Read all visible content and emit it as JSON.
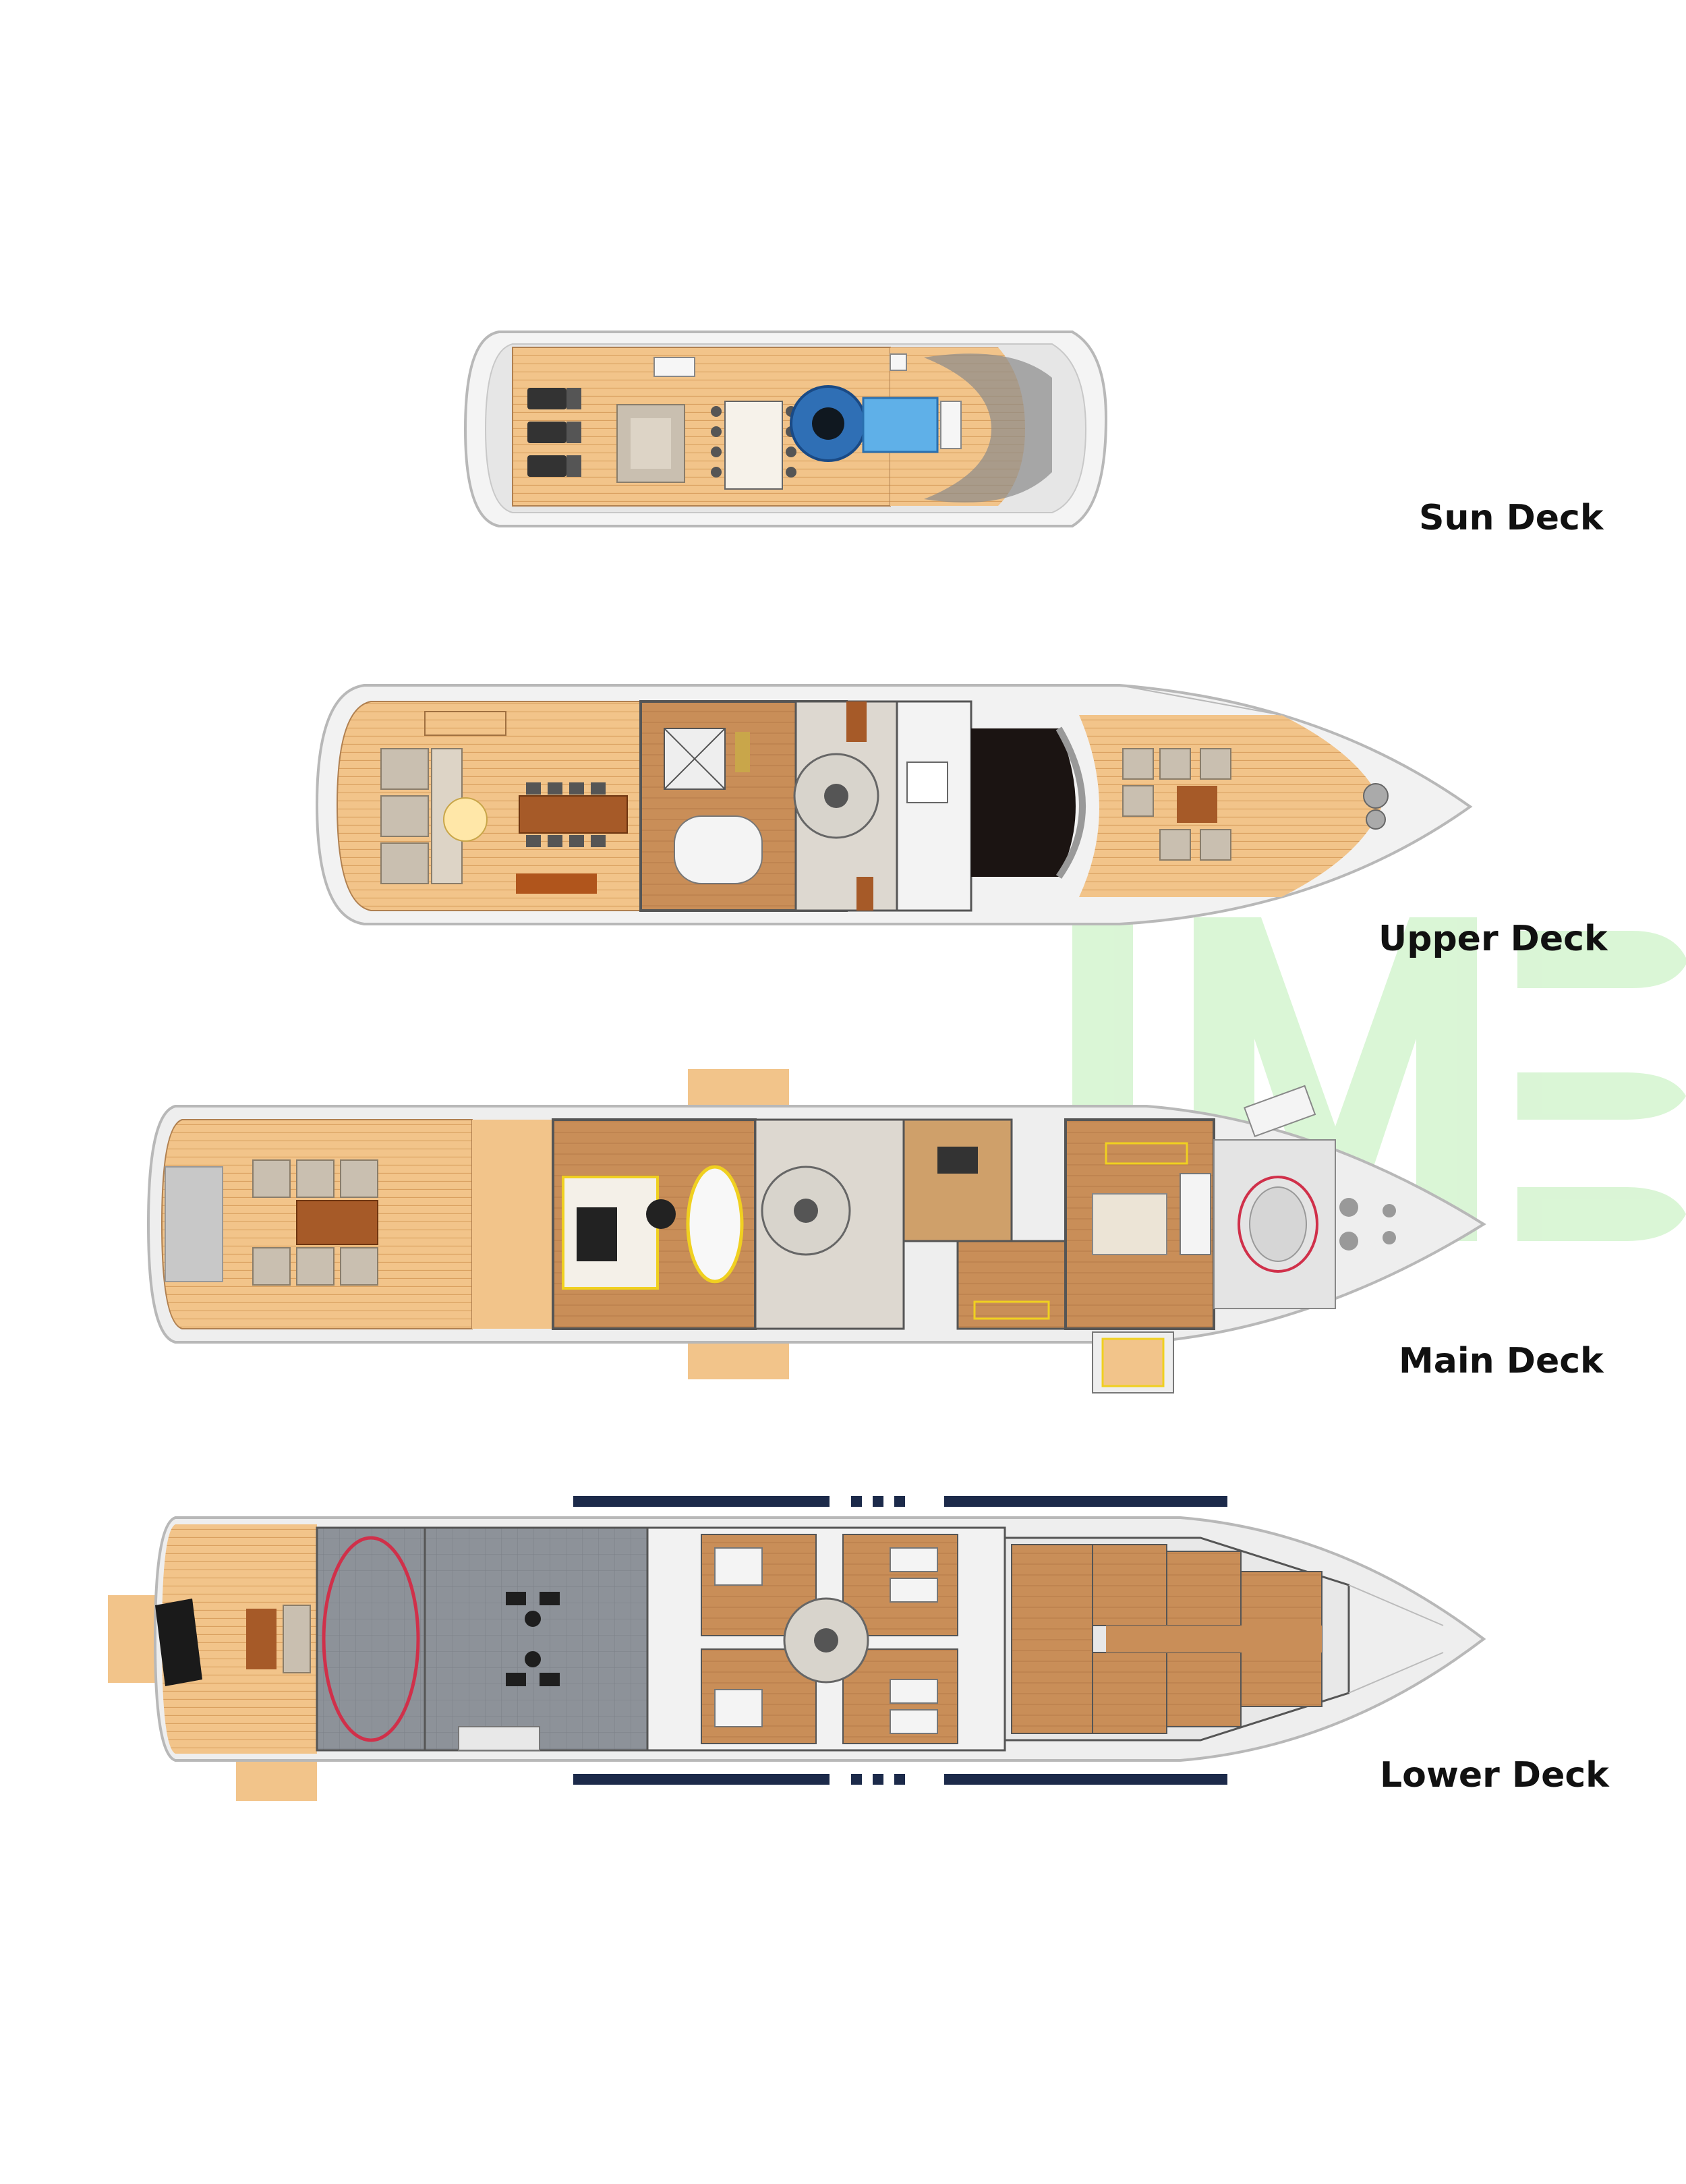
{
  "decks": [
    {
      "id": "sun",
      "label": "Sun Deck"
    },
    {
      "id": "upper",
      "label": "Upper Deck"
    },
    {
      "id": "main",
      "label": "Main Deck"
    },
    {
      "id": "lower",
      "label": "Lower Deck"
    }
  ],
  "colors": {
    "teak": "#f2c48a",
    "teak_dark": "#d9a060",
    "wood": "#c98e58",
    "hull": "#ececec",
    "hull_line": "#b8b8b8",
    "furniture_outline": "#f0d020",
    "navy": "#1c2a4a",
    "engine": "#8a8f96",
    "watermark": "#c7f0c0",
    "highlight_red": "#d0304a"
  }
}
